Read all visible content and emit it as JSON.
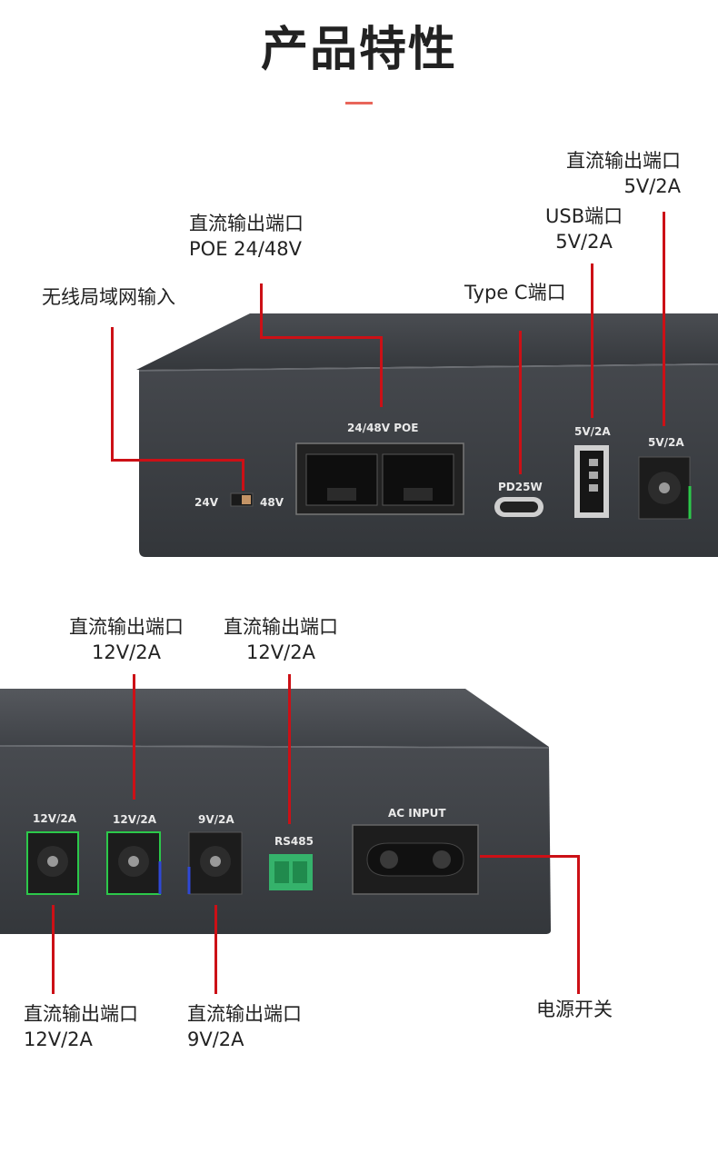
{
  "header": {
    "title": "产品特性"
  },
  "top_labels": {
    "wlan_input": "无线局域网输入",
    "poe_output": {
      "line1": "直流输出端口",
      "line2": "POE 24/48V"
    },
    "type_c": "Type C端口",
    "usb": {
      "line1": "USB端口",
      "line2": "5V/2A"
    },
    "dc_5v": {
      "line1": "直流输出端口",
      "line2": "5V/2A"
    }
  },
  "top_device": {
    "poe_silk": "24/48V POE",
    "switch_left": "24V",
    "switch_right": "48V",
    "typec_silk": "PD25W",
    "usb_silk": "5V/2A",
    "dc5_silk": "5V/2A"
  },
  "bottom_labels": {
    "dc_12v_a": {
      "line1": "直流输出端口",
      "line2": "12V/2A"
    },
    "dc_12v_b": {
      "line1": "直流输出端口",
      "line2": "12V/2A"
    },
    "dc_12v_c": {
      "line1": "直流输出端口",
      "line2": "12V/2A"
    },
    "dc_9v": {
      "line1": "直流输出端口",
      "line2": "9V/2A"
    },
    "power_switch": "电源开关"
  },
  "bottom_device": {
    "silk_12v_1": "12V/2A",
    "silk_12v_2": "12V/2A",
    "silk_9v": "9V/2A",
    "silk_rs485": "RS485",
    "silk_ac": "AC INPUT"
  },
  "colors": {
    "accent_line": "#cc1016",
    "title_bar": "#e8665a",
    "device_body": "#3a3d42"
  }
}
